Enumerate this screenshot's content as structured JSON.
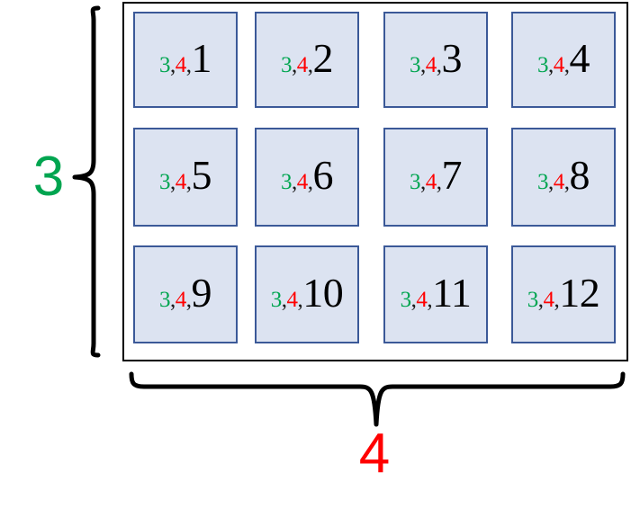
{
  "figure": {
    "title_text": "",
    "rows": 3,
    "cols": 4,
    "colors": {
      "row_label": "#00a550",
      "col_label": "#ff0000",
      "index": "#000000",
      "cell_fill": "#dce3f1",
      "cell_border": "#3b5998",
      "frame_border": "#000000",
      "brace": "#000000",
      "background": "#ffffff"
    }
  },
  "dimension_labels": {
    "rows_label": "3",
    "cols_label": "4"
  },
  "grid": {
    "row_coord": "3",
    "col_coord": "4",
    "separator": ",",
    "cells": [
      {
        "row": 0,
        "col": 0,
        "row_coord": "3",
        "col_coord": "4",
        "index": "1"
      },
      {
        "row": 0,
        "col": 1,
        "row_coord": "3",
        "col_coord": "4",
        "index": "2"
      },
      {
        "row": 0,
        "col": 2,
        "row_coord": "3",
        "col_coord": "4",
        "index": "3"
      },
      {
        "row": 0,
        "col": 3,
        "row_coord": "3",
        "col_coord": "4",
        "index": "4"
      },
      {
        "row": 1,
        "col": 0,
        "row_coord": "3",
        "col_coord": "4",
        "index": "5"
      },
      {
        "row": 1,
        "col": 1,
        "row_coord": "3",
        "col_coord": "4",
        "index": "6"
      },
      {
        "row": 1,
        "col": 2,
        "row_coord": "3",
        "col_coord": "4",
        "index": "7"
      },
      {
        "row": 1,
        "col": 3,
        "row_coord": "3",
        "col_coord": "4",
        "index": "8"
      },
      {
        "row": 2,
        "col": 0,
        "row_coord": "3",
        "col_coord": "4",
        "index": "9"
      },
      {
        "row": 2,
        "col": 1,
        "row_coord": "3",
        "col_coord": "4",
        "index": "10"
      },
      {
        "row": 2,
        "col": 2,
        "row_coord": "3",
        "col_coord": "4",
        "index": "11"
      },
      {
        "row": 2,
        "col": 3,
        "row_coord": "3",
        "col_coord": "4",
        "index": "12"
      }
    ]
  }
}
